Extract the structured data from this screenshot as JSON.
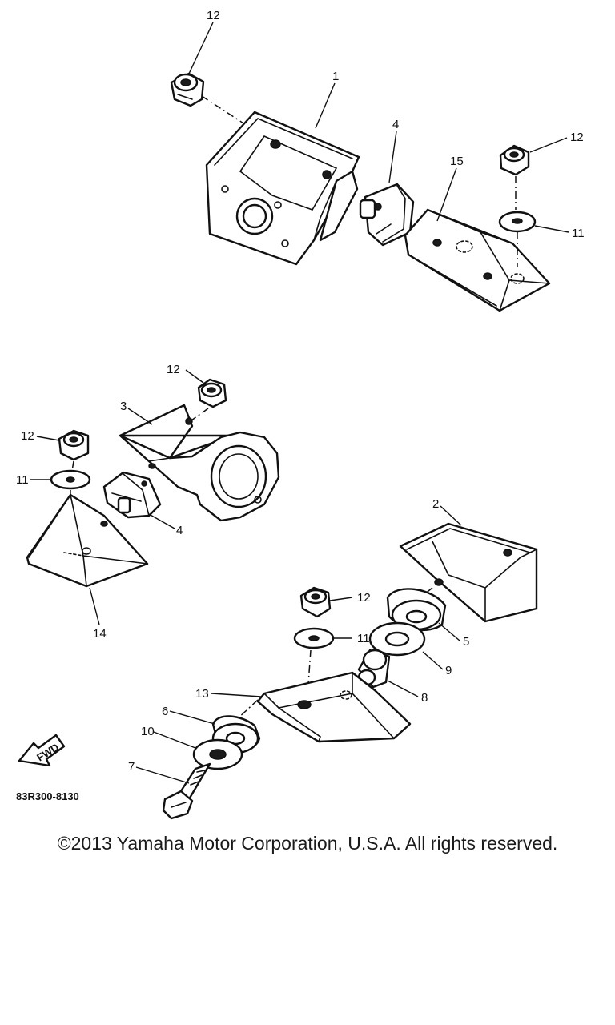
{
  "callouts": {
    "c12_top": "12",
    "c1": "1",
    "c4_top": "4",
    "c15": "15",
    "c12_right": "12",
    "c11_right": "11",
    "c12_mid": "12",
    "c3": "3",
    "c12_left": "12",
    "c11_left": "11",
    "c4_mid": "4",
    "c14": "14",
    "c2": "2",
    "c12_low": "12",
    "c11_low": "11",
    "c5": "5",
    "c9": "9",
    "c8": "8",
    "c13": "13",
    "c6": "6",
    "c10": "10",
    "c7": "7"
  },
  "fwd_label": "FWD",
  "diagram_code": "83R300-8130",
  "copyright": "©2013 Yamaha Motor Corporation, U.S.A. All rights reserved."
}
